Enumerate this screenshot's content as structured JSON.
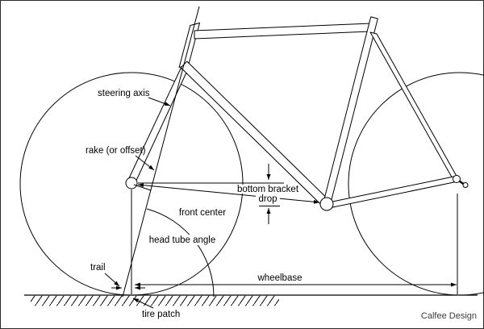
{
  "diagram": {
    "credit": "Calfee Design",
    "labels": {
      "steering_axis": "steering axis",
      "rake": "rake (or offset)",
      "bottom_bracket_line1": "bottom bracket",
      "bottom_bracket_line2": "drop",
      "front_center": "front center",
      "head_tube_angle": "head tube angle",
      "trail": "trail",
      "tire_patch": "tire patch",
      "wheelbase": "wheelbase"
    },
    "colors": {
      "line": "#000000",
      "background": "#ffffff",
      "credit_text": "#3c3c3c"
    }
  }
}
